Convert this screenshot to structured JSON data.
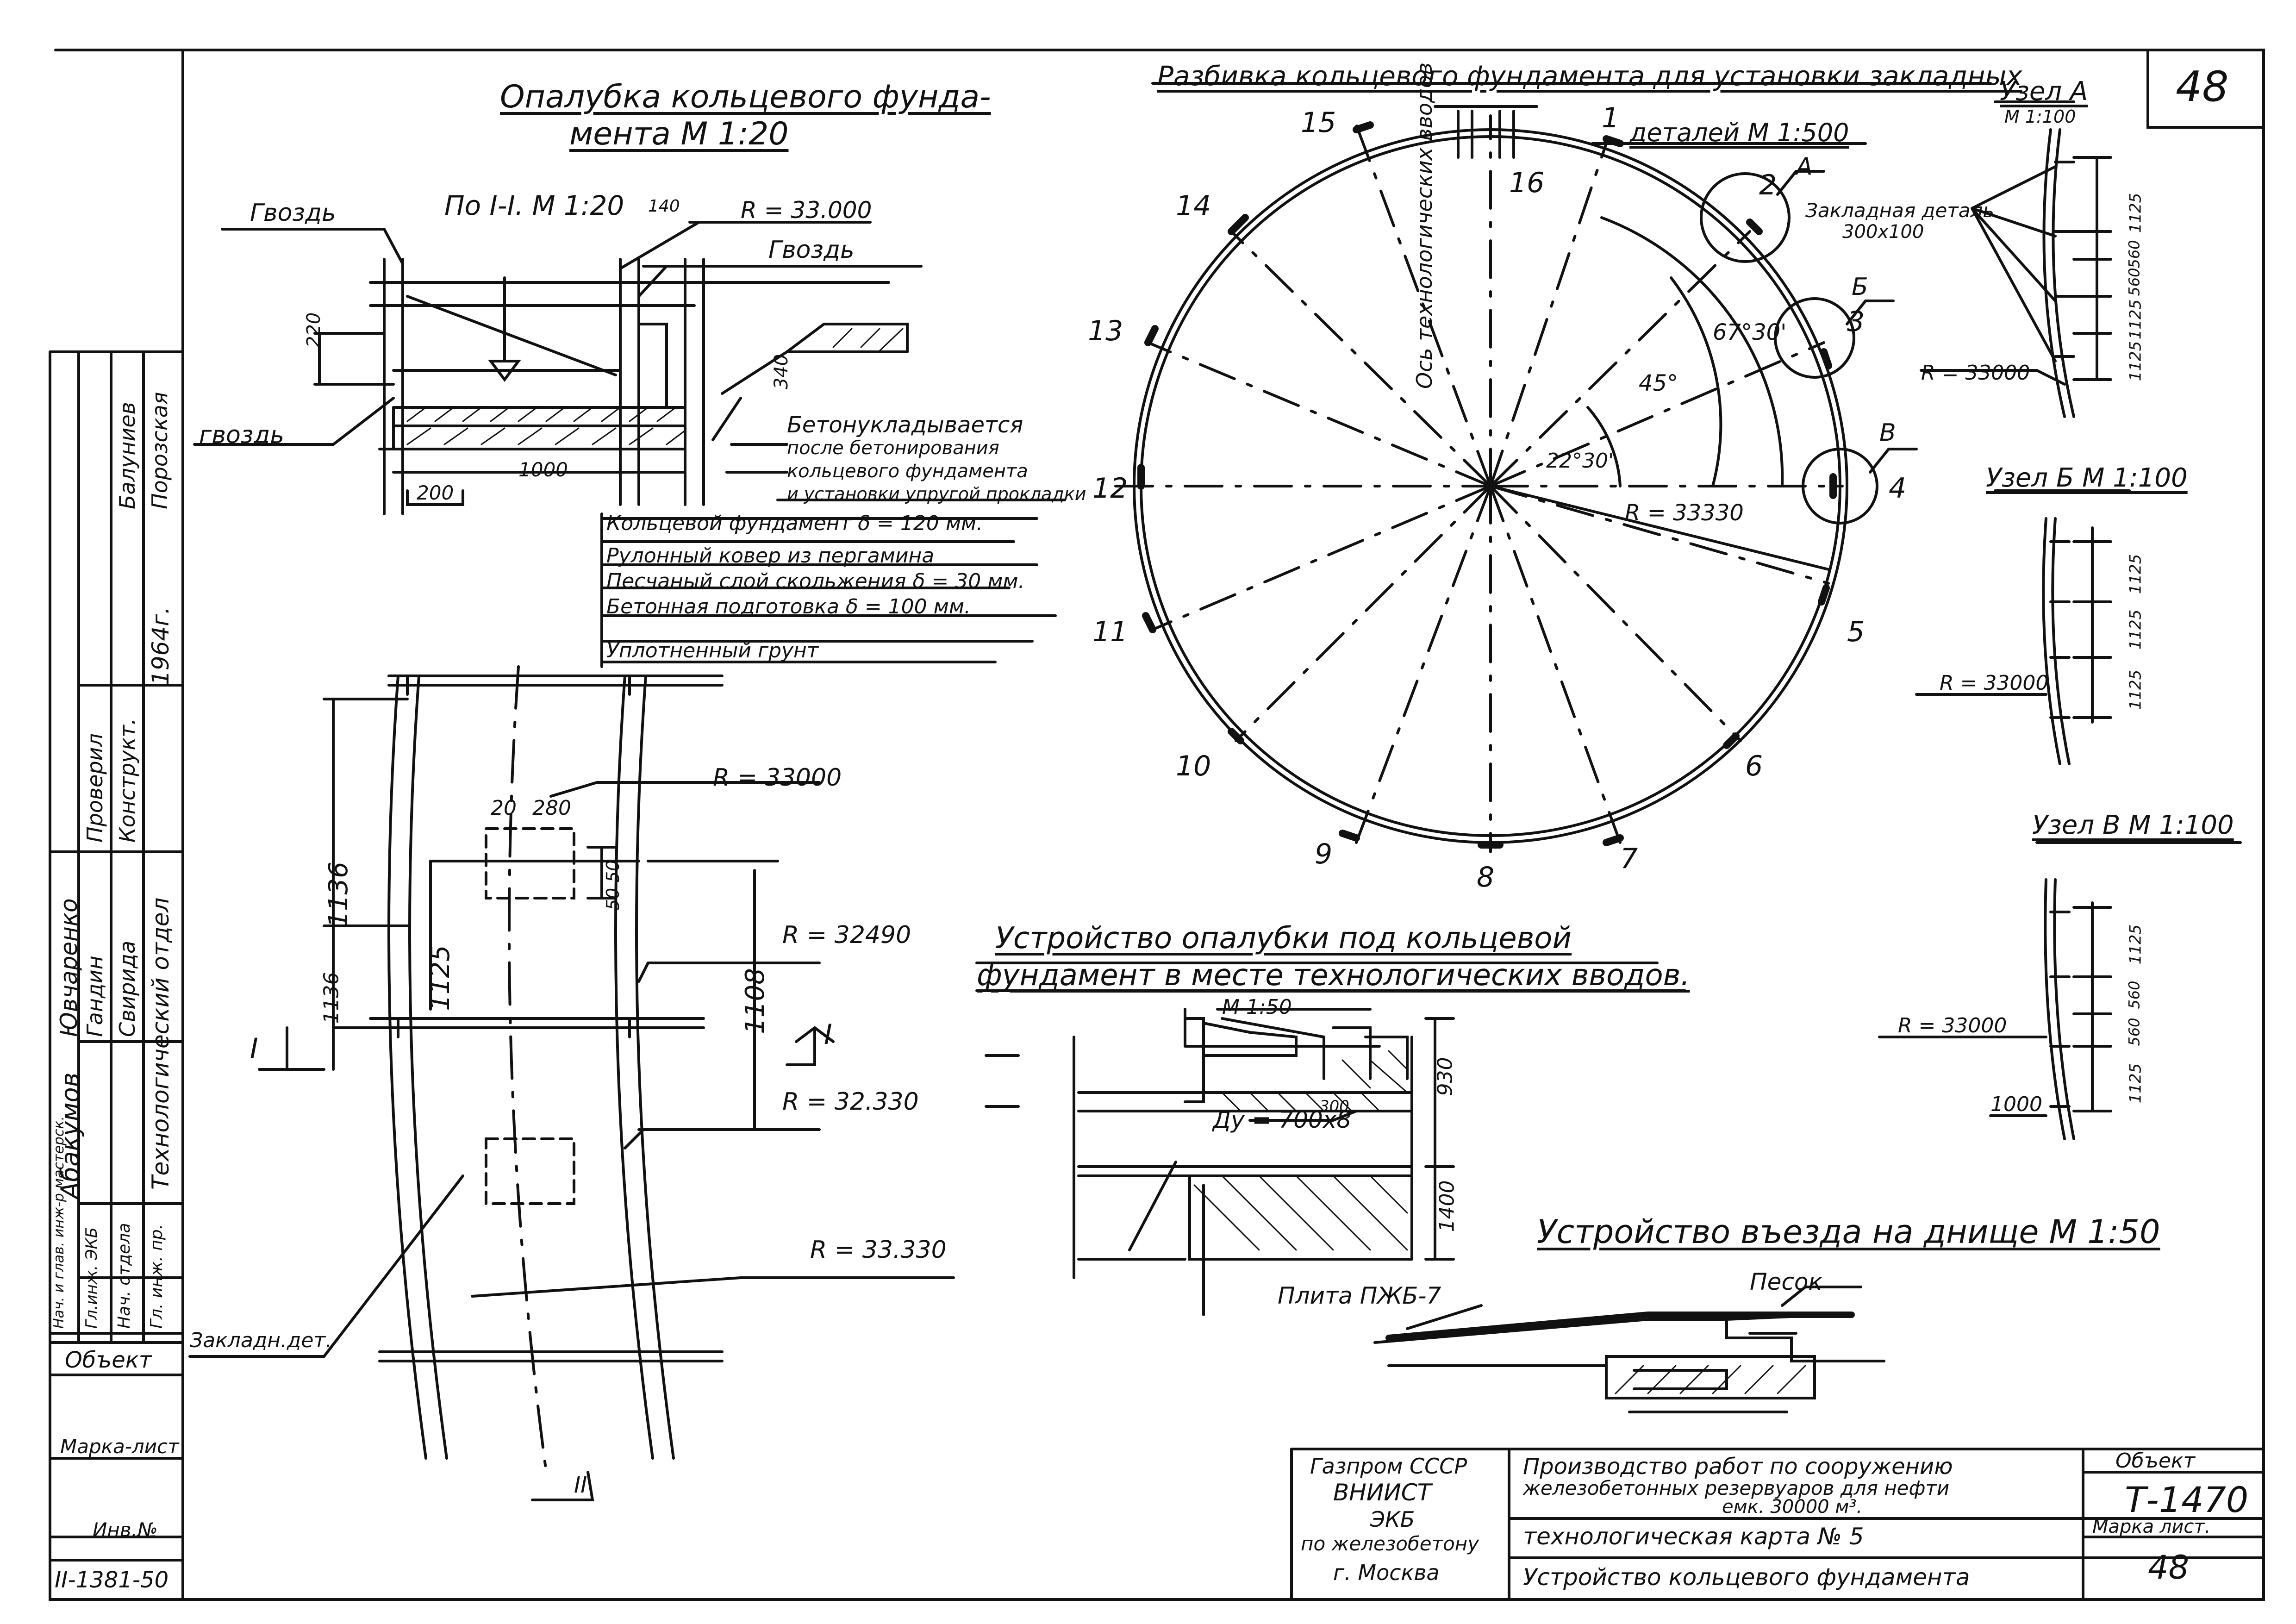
{
  "sheet_number": "48",
  "formwork": {
    "title_line1": "Опалубка кольцевого фунда-",
    "title_line2": "мента М 1:20",
    "section_label": "По I-I. М 1:20",
    "dim_140": "140",
    "radius": "R = 33.000",
    "nail_left": "Гвоздь",
    "nail_right": "Гвоздь",
    "nail_bottom": "гвоздь",
    "dim_220": "220",
    "dim_1000": "1000",
    "dim_200": "200",
    "dim_340": "340",
    "note_concrete": [
      "Бетонукладывается",
      "после бетонирования",
      "кольцевого фундамента",
      "и установки упругой прокладки"
    ],
    "layers": [
      "Кольцевой фундамент δ = 120 мм.",
      "Рулонный ковер из пергамина",
      "Песчаный слой скольжения δ = 30 мм.",
      "Бетонная подготовка δ = 100 мм.",
      "Уплотненный грунт"
    ]
  },
  "plan": {
    "r1": "R = 33000",
    "r2": "R = 32490",
    "r3": "R = 32.330",
    "r4": "R = 33.330",
    "dim_1136a": "1136",
    "dim_1136b": "1136",
    "dim_1125": "1125",
    "dim_1108": "1108",
    "dim_20": "20",
    "dim_280": "280",
    "dim_50a": "50",
    "dim_50b": "50",
    "section_left": "I",
    "section_right": "I",
    "embedded_label": "Закладн.дет.",
    "bottom_label": "II"
  },
  "layout_circle": {
    "title_line1": "Разбивка кольцевого фундамента для установки закладных",
    "title_line2": "деталей М 1:500",
    "radius": "R = 33330",
    "angle1": "22°30'",
    "angle2": "45°",
    "angle3": "67°30'",
    "axis_label": "Ось технологических вводов",
    "points": [
      "1",
      "2",
      "3",
      "4",
      "5",
      "6",
      "7",
      "8",
      "9",
      "10",
      "11",
      "12",
      "13",
      "14",
      "15",
      "16"
    ],
    "marker_a": "А",
    "marker_b": "Б",
    "marker_v": "В"
  },
  "uzel_a": {
    "title_line1": "Узел А",
    "title_line2": "М 1:100",
    "label_line1": "Закладная деталь",
    "label_line2": "300х100",
    "radius": "R = 33000",
    "dims": [
      "1125",
      "560",
      "560",
      "1125",
      "1125"
    ]
  },
  "uzel_b": {
    "title": "Узел Б М 1:100",
    "radius": "R = 33000",
    "dims": [
      "1125",
      "1125",
      "1125"
    ]
  },
  "uzel_v": {
    "title": "Узел В М 1:100",
    "radius": "R = 33000",
    "dim_1000": "1000",
    "dims": [
      "1125",
      "560",
      "560",
      "1125"
    ]
  },
  "tech_inlets": {
    "title_line1": "Устройство опалубки под кольцевой",
    "title_line2": "фундамент в месте технологических вводов.",
    "scale": "М 1:50",
    "dim_930": "930",
    "dim_1400": "1400",
    "dim_300": "300",
    "pipe": "Ду = 700х8"
  },
  "entry": {
    "title": "Устройство въезда на днище М 1:50",
    "plate": "Плита ПЖБ-7",
    "sand": "Песок"
  },
  "title_block": {
    "org": [
      "Газпром СССР",
      "ВНИИСТ",
      "ЭКБ",
      "по железобетону",
      "г. Москва"
    ],
    "project_line1": "Производство работ по сооружению",
    "project_line2": "железобетонных резервуаров для нефти",
    "project_line3": "емк. 30000 м³.",
    "map": "технологическая карта № 5",
    "sheet_title": "Устройство кольцевого фундамента",
    "object_label": "Объект",
    "object_value": "Т-1470",
    "mark_label": "Марка лист.",
    "mark_value": "48"
  },
  "left_strip": {
    "object_label": "Объект",
    "mark_label": "Марка-лист",
    "inv_label": "Инв.№",
    "inv_value": "II-1381-50",
    "rows": [
      {
        "role": "Нач. и глав. инж-р мастерск.",
        "name": "Абакумов"
      },
      {
        "role": "Гл.инж. ЭКБ",
        "name": "Гандин"
      },
      {
        "role": "Нач. отдела",
        "name": "Свирида"
      },
      {
        "role": "Гл. инж. пр.",
        "name": "Технологический отдел"
      }
    ],
    "signers": [
      {
        "role": "Проверил",
        "name": "Балуниев"
      },
      {
        "role": "Конструкт.",
        "name": "Порозская"
      }
    ],
    "author": "Ювчаренко",
    "year": "1964г."
  }
}
